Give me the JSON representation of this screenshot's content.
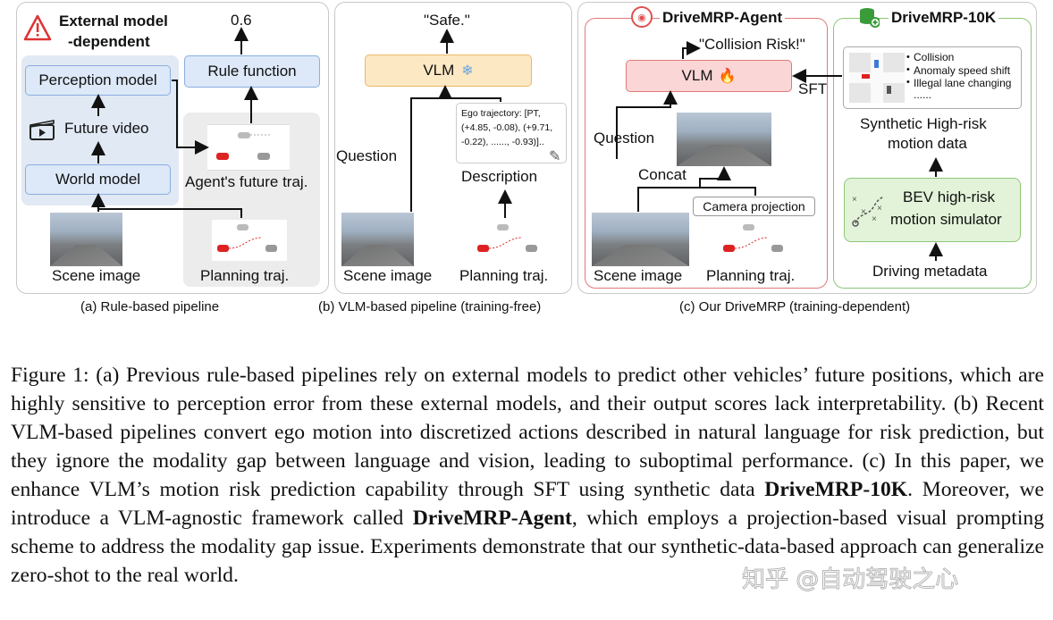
{
  "panel_a": {
    "warning_icon": "warning-triangle-icon",
    "title_line1": "External model",
    "title_line2": "-dependent",
    "output_value": "0.6",
    "rule_function": "Rule function",
    "perception_model": "Perception model",
    "future_video": "Future video",
    "video_icon": "clapperboard-icon",
    "world_model": "World model",
    "agents_future": "Agent's future traj.",
    "scene_image": "Scene image",
    "planning_traj": "Planning traj.",
    "caption": "(a) Rule-based pipeline"
  },
  "panel_b": {
    "output": "\"Safe.\"",
    "vlm": "VLM",
    "vlm_icon": "snowflake-icon",
    "ego_text_l1": "Ego trajectory: [PT,",
    "ego_text_l2": "(+4.85, -0.08), (+9.71,",
    "ego_text_l3": "-0.22), ......, -0.93)]..",
    "pencil_icon": "pencil-icon",
    "question": "Question",
    "description": "Description",
    "scene_image": "Scene image",
    "planning_traj": "Planning traj.",
    "caption": "(b)  VLM-based pipeline (training-free)"
  },
  "panel_c": {
    "agent_title": "DriveMRP-Agent",
    "agent_icon": "robot-face-icon",
    "output": "\"Collision Risk!\"",
    "vlm": "VLM",
    "vlm_icon": "fire-icon",
    "sft": "SFT",
    "question": "Question",
    "concat": "Concat",
    "camera_projection": "Camera projection",
    "scene_image": "Scene image",
    "planning_traj": "Planning traj.",
    "dataset_title": "DriveMRP-10K",
    "dataset_icon": "database-icon",
    "risk_items": [
      "Collision",
      "Anomaly speed shift",
      "Illegal lane changing",
      "......"
    ],
    "synthetic_l1": "Synthetic High-risk",
    "synthetic_l2": "motion data",
    "bev_l1": "BEV high-risk",
    "bev_l2": "motion simulator",
    "metadata": "Driving metadata",
    "caption": "(c) Our DriveMRP (training-dependent)"
  },
  "figure_caption": {
    "p1": "Figure 1:  (a) Previous rule-based pipelines rely on external models to predict other vehicles’ future positions, which are highly sensitive to perception error from these external models, and their output scores lack interpretability. (b) Recent VLM-based pipelines convert ego motion into discretized actions described in natural language for risk prediction, but they ignore the modality gap between language and vision, leading to suboptimal performance. (c) In this paper, we enhance VLM’s motion risk prediction capability through SFT using synthetic data ",
    "b1": "DriveMRP-10K",
    "p2": ". Moreover, we introduce a VLM-agnostic framework called ",
    "b2": "DriveMRP-Agent",
    "p3": ", which employs a projection-based visual prompting scheme to address the modality gap issue. Experiments demonstrate that our synthetic-data-based approach can generalize zero-shot to the real world."
  },
  "watermark": "知乎 @自动驾驶之心"
}
